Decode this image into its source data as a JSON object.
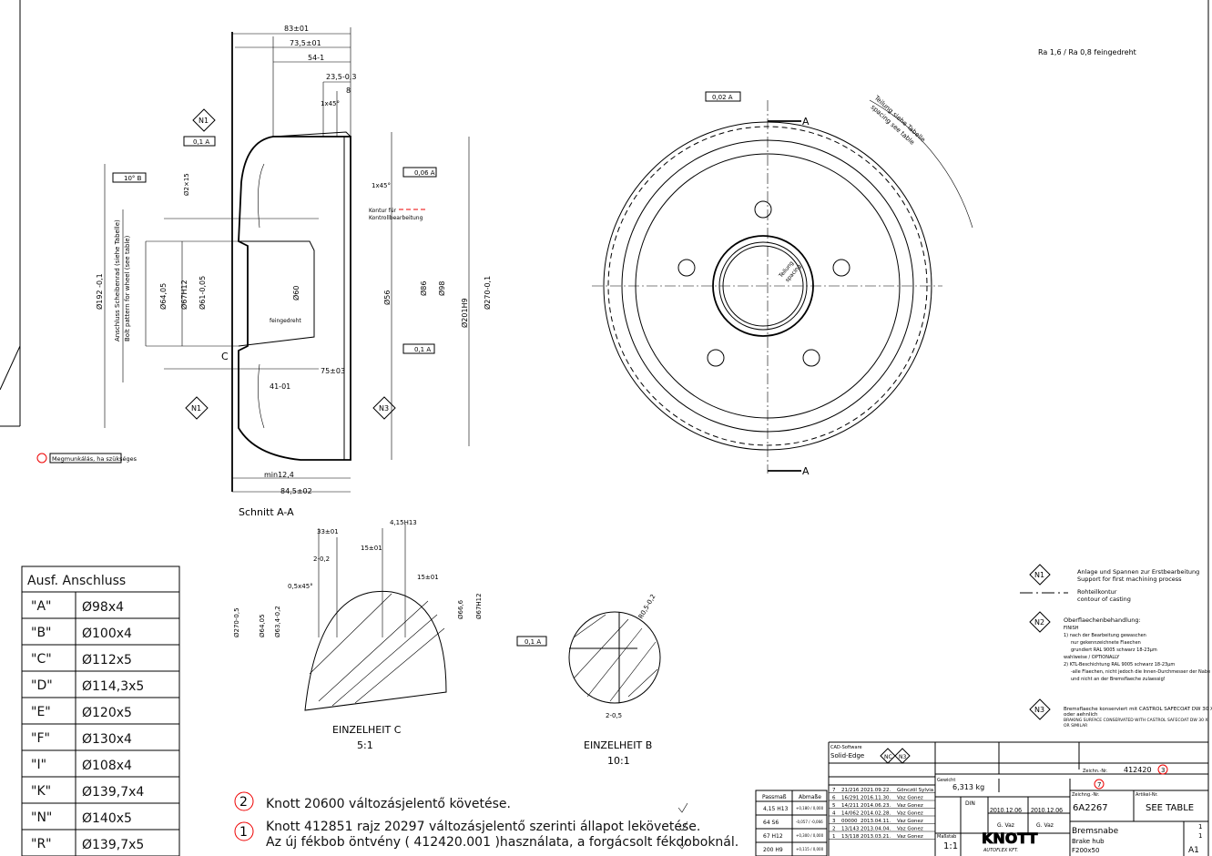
{
  "section_view": {
    "title": "Schnitt A-A",
    "dims": [
      "83±01",
      "73,5±01",
      "54-1",
      "23,5-0,3",
      "8",
      "1x45°",
      "1x45°",
      "Ø192 -0,1",
      "Ø270-0,1",
      "Ø201H9",
      "Ø98",
      "Ø86",
      "Ø56",
      "Ø60",
      "Ø67H12",
      "Ø64,05",
      "Ø61-0,05",
      "75±03",
      "41-01",
      "84,5±02",
      "min12,4",
      "Ø2×15"
    ],
    "labels": [
      "Kontur für",
      "Kontrollbearbeitung",
      "feingedreht",
      "Anschluss Scheibenrad (siehe Tabelle)",
      "Bolt pattern for wheel (see table)",
      "Megmunkálás, ha szükséges"
    ],
    "datums": [
      "N1",
      "N1",
      "N3",
      "A",
      "B",
      "C"
    ],
    "tolerances": [
      "0,1 A",
      "0,06 A",
      "0,1 A",
      "10° B",
      "0,02 A"
    ]
  },
  "front_view": {
    "labels": [
      "Teilung siehe Tabelle",
      "spacing see table",
      "A",
      "A",
      "Teilung",
      "spacing"
    ]
  },
  "detail_c": {
    "title": "EINZELHEIT C",
    "scale": "5:1",
    "dims": [
      "33±01",
      "4,15H13",
      "2-0,2",
      "15±01",
      "15±01",
      "0,5x45°",
      "Ø270-0,5",
      "Ø64,05",
      "Ø63,4-0,2",
      "Ø67H12",
      "Ø66,6",
      "0,1 A"
    ]
  },
  "detail_b": {
    "title": "EINZELHEIT B",
    "scale": "10:1",
    "dims": [
      "2-0,5",
      "R0,5-0,2"
    ]
  },
  "surface_symbols_top": "Ra 1,6 / Ra 0,8 feingedreht",
  "variant_table": {
    "header": "Ausf. Anschluss",
    "rows": [
      {
        "variant": "\"A\"",
        "pattern": "Ø98x4"
      },
      {
        "variant": "\"B\"",
        "pattern": "Ø100x4"
      },
      {
        "variant": "\"C\"",
        "pattern": "Ø112x5"
      },
      {
        "variant": "\"D\"",
        "pattern": "Ø114,3x5"
      },
      {
        "variant": "\"E\"",
        "pattern": "Ø120x5"
      },
      {
        "variant": "\"F\"",
        "pattern": "Ø130x4"
      },
      {
        "variant": "\"I\"",
        "pattern": "Ø108x4"
      },
      {
        "variant": "\"K\"",
        "pattern": "Ø139,7x4"
      },
      {
        "variant": "\"N\"",
        "pattern": "Ø140x5"
      },
      {
        "variant": "\"R\"",
        "pattern": "Ø139,7x5"
      }
    ]
  },
  "change_notes": [
    {
      "num": "2",
      "text": "Knott 20600 változásjelentő követése."
    },
    {
      "num": "1",
      "text": "Knott 412851 rajz 20297 változásjelentő szerinti állapot lekövetése."
    },
    {
      "num": "",
      "text": "Az új fékbob öntvény ( 412420.001 )használata, a forgácsolt fékdoboknál."
    }
  ],
  "notes": {
    "n1": {
      "tag": "N1",
      "de": "Anlage und Spannen zur Erstbearbeitung",
      "en": "Support for first machining process"
    },
    "casting": {
      "de": "Rohteilkontur",
      "en": "contour of casting"
    },
    "n2": {
      "tag": "N2",
      "lines": [
        "Oberflaechenbehandlung:",
        "FINISH",
        "1) nach der Bearbeitung gewaschen",
        "nur gekennzeichnete Flaechen",
        "grundiert RAL 9005 schwarz 18-23µm",
        "wahlweise / OPTIONALLY",
        "2) KTL-Beschichtung RAL 9005 schwarz 18-23µm",
        "-alle Flaechen, nicht jedoch die Innen-Durchmesser der Nabe",
        "und nicht an der Bremsflaeche zulaessig!"
      ]
    },
    "n3": {
      "tag": "N3",
      "lines": [
        "Bremsflaeche konserviert mit CASTROL SAFECOAT DW 30 X",
        "oder aehnlich",
        "BRAKING SURFACE CONSERVATED WITH CASTROL SAFECOAT DW 30 X",
        "OR SIMILAR"
      ]
    }
  },
  "fits_table": {
    "headers": [
      "Passmaß",
      "Abmaße"
    ],
    "rows": [
      {
        "fit": "4,15 H13",
        "dev": "+0,180 / 0,000"
      },
      {
        "fit": "64 S6",
        "dev": "-0,057 / -0,066"
      },
      {
        "fit": "67 H12",
        "dev": "+0,300 / 0,000"
      },
      {
        "fit": "200 H9",
        "dev": "+0,115 / 0,000"
      }
    ]
  },
  "revisions": [
    {
      "idx": "7",
      "no": "21/216",
      "date": "2021.09.22.",
      "name": "Gönczöl Sylvia"
    },
    {
      "idx": "6",
      "no": "16/291",
      "date": "2016.11.30.",
      "name": "Vaz Gonez"
    },
    {
      "idx": "5",
      "no": "14/211",
      "date": "2014.06.23.",
      "name": "Vaz Gonez"
    },
    {
      "idx": "4",
      "no": "14/062",
      "date": "2014.02.28.",
      "name": "Vaz Gonez"
    },
    {
      "idx": "3",
      "no": "00000",
      "date": "2013.04.11.",
      "name": "Vaz Gonez"
    },
    {
      "idx": "2",
      "no": "13/143",
      "date": "2013.04.04.",
      "name": "Vaz Gonez"
    },
    {
      "idx": "1",
      "no": "13/118",
      "date": "2013.03.21.",
      "name": "Vaz Gonez"
    }
  ],
  "title_block": {
    "cad_label": "CAD-Software",
    "cad": "Solid-Edge",
    "weight_label": "Gewicht",
    "weight": "6,313 kg",
    "drawing_no_label": "Zeichn.-Nr.",
    "drawing_no": "412420",
    "drawing_no_rev": "3",
    "prev_rev": "7",
    "order_no_label": "Zeichng.-Nr.",
    "order_no": "6A2267",
    "article_label": "Artikel-Nr.",
    "article": "SEE TABLE",
    "scale_label": "Maßstab",
    "scale": "1:1",
    "sheet_std": "DIN",
    "drawn_date": "2010.12.06",
    "checked_date": "2010.12.06",
    "drawn_name": "G. Vaz",
    "checked_name": "G. Vaz",
    "company": "KNOTT",
    "company_sub": "AUTOFLEX KFT.",
    "title_de": "Bremsnabe",
    "title_en": "Brake hub",
    "title_size": "F200x50",
    "format": "A1",
    "sheet": "1",
    "sheets": "1",
    "symbols": [
      "NC",
      "N3"
    ]
  }
}
